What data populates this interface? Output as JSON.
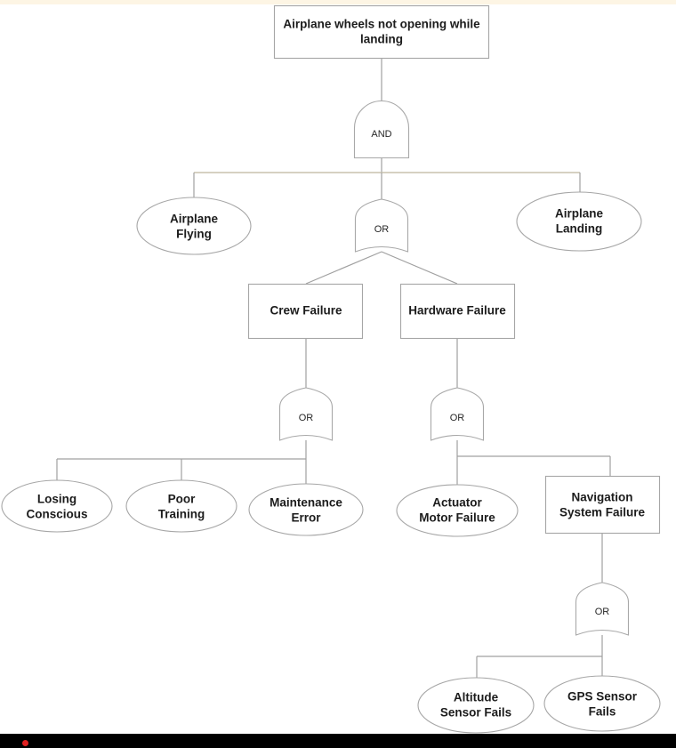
{
  "diagram": {
    "type": "fault-tree",
    "title": "Airplane wheels not opening while landing",
    "colors": {
      "background": "#ffffff",
      "node_stroke": "#a6a6a6",
      "node_fill": "#ffffff",
      "text": "#1c1c1c",
      "edge": "#a0a0a0",
      "edge_highlight": "#c9c2ae",
      "top_strip": "#fdf5e4",
      "bottom_bar": "#000000",
      "rec_dot": "#e02020"
    },
    "nodes": {
      "top_event": "Airplane wheels not opening while landing",
      "gate_and_1": "AND",
      "airplane_flying": "Airplane Flying",
      "airplane_flying_line1": "Airplane",
      "airplane_flying_line2": "Flying",
      "gate_or_1": "OR",
      "airplane_landing": "Airplane Landing",
      "airplane_landing_line1": "Airplane",
      "airplane_landing_line2": "Landing",
      "crew_failure": "Crew Failure",
      "hardware_failure": "Hardware Failure",
      "gate_or_crew": "OR",
      "gate_or_hardware": "OR",
      "losing_conscious_line1": "Losing",
      "losing_conscious_line2": "Conscious",
      "poor_training_line1": "Poor",
      "poor_training_line2": "Training",
      "maintenance_error_line1": "Maintenance",
      "maintenance_error_line2": "Error",
      "actuator_motor_failure_line1": "Actuator",
      "actuator_motor_failure_line2": "Motor Failure",
      "navigation_system_failure_line1": "Navigation",
      "navigation_system_failure_line2": "System Failure",
      "gate_or_nav": "OR",
      "altitude_sensor_fails_line1": "Altitude",
      "altitude_sensor_fails_line2": "Sensor Fails",
      "gps_sensor_fails_line1": "GPS Sensor",
      "gps_sensor_fails_line2": "Fails",
      "top_event_line1": "Airplane wheels not opening while",
      "top_event_line2": "landing"
    }
  }
}
